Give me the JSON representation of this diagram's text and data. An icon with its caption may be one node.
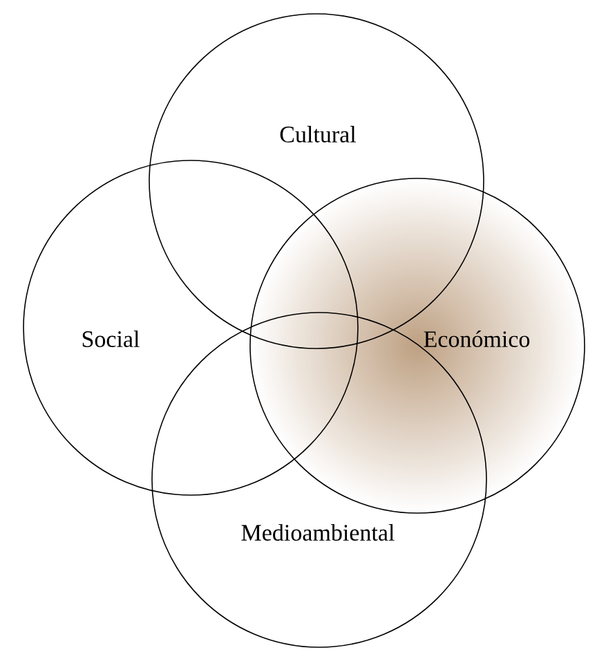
{
  "diagram": {
    "nodes": [
      {
        "text": [
          "Cultural"
        ]
      },
      {
        "text": [
          "Social"
        ]
      },
      {
        "text": [
          "Económico"
        ]
      },
      {
        "text": [
          "Medioambiental"
        ]
      }
    ]
  }
}
